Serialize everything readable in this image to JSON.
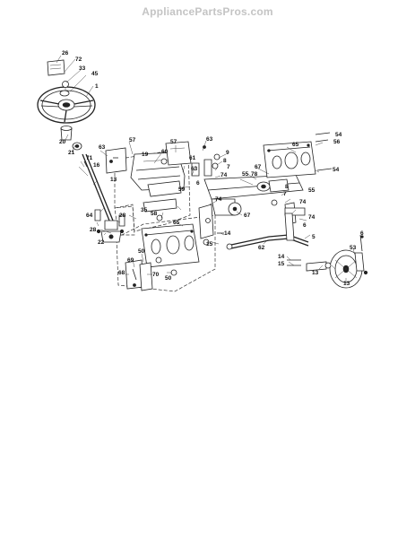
{
  "header": {
    "site_name": "AppliancePartsPros.com"
  },
  "diagram": {
    "callouts": [
      "26",
      "72",
      "33",
      "45",
      "1",
      "20",
      "21",
      "71",
      "16",
      "63",
      "57",
      "19",
      "60",
      "57",
      "63",
      "9",
      "8",
      "7",
      "74",
      "67",
      "55",
      "78",
      "65",
      "56",
      "54",
      "54",
      "61",
      "63",
      "59",
      "6",
      "74",
      "74",
      "74",
      "55",
      "8",
      "7",
      "6",
      "58",
      "35",
      "65",
      "13",
      "64",
      "28",
      "28",
      "22",
      "67",
      "14",
      "15",
      "5",
      "62",
      "53",
      "50",
      "69",
      "68",
      "70",
      "50",
      "14",
      "15",
      "13",
      "13",
      "6"
    ]
  }
}
